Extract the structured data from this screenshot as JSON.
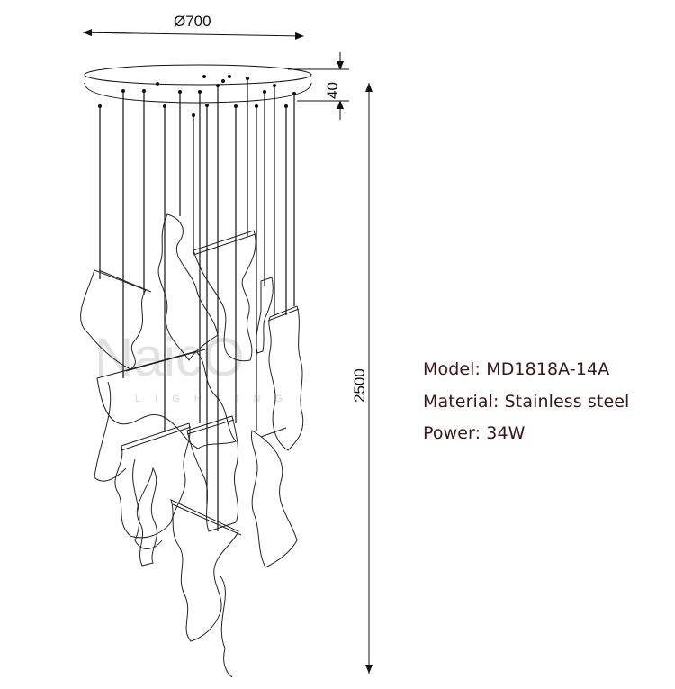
{
  "dimensions": {
    "diameter": "Ø700",
    "canopy_height": "40",
    "total_height": "2500"
  },
  "watermark": {
    "wordmark": "NaicO",
    "tagline": "LIGHTING"
  },
  "specs": {
    "model_label": "Model:",
    "model_value": "MD1818A-14A",
    "material_label": "Material:",
    "material_value": "Stainless steel",
    "power_label": "Power:",
    "power_value": "34W"
  },
  "colors": {
    "line": "#111111",
    "spec_text": "#3a1616",
    "watermark": "#bfbfbf",
    "watermark_accent": "#e6a8a0"
  }
}
